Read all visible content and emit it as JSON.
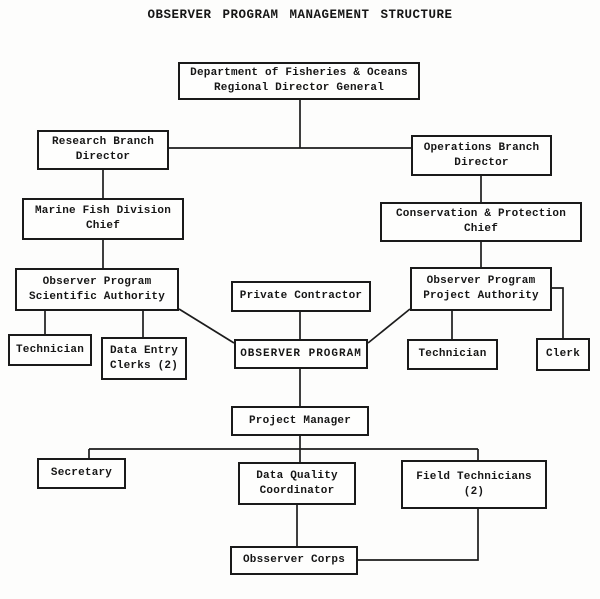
{
  "title": "OBSERVER PROGRAM MANAGEMENT STRUCTURE",
  "colors": {
    "ink": "#1a1a1a",
    "paper": "#fdfdfc"
  },
  "nodes": {
    "dfo": {
      "label": "Department of Fisheries & Oceans\nRegional Director General"
    },
    "research_branch": {
      "label": "Research Branch\nDirector"
    },
    "operations_branch": {
      "label": "Operations Branch\nDirector"
    },
    "marine_fish": {
      "label": "Marine Fish Division\nChief"
    },
    "conservation": {
      "label": "Conservation & Protection\nChief"
    },
    "scientific_authority": {
      "label": "Observer Program\nScientific Authority"
    },
    "private_contractor": {
      "label": "Private Contractor"
    },
    "project_authority": {
      "label": "Observer Program\nProject Authority"
    },
    "technician_left": {
      "label": "Technician"
    },
    "data_entry_clerks": {
      "label": "Data Entry\nClerks (2)"
    },
    "observer_program": {
      "label": "OBSERVER PROGRAM"
    },
    "technician_right": {
      "label": "Technician"
    },
    "clerk": {
      "label": "Clerk"
    },
    "project_manager": {
      "label": "Project Manager"
    },
    "secretary": {
      "label": "Secretary"
    },
    "data_quality": {
      "label": "Data Quality\nCoordinator"
    },
    "field_technicians": {
      "label": "Field Technicians\n(2)"
    },
    "observer_corps": {
      "label": "Obsserver Corps"
    }
  },
  "edges": [
    {
      "from": "dfo",
      "to": "research_branch"
    },
    {
      "from": "dfo",
      "to": "operations_branch"
    },
    {
      "from": "research_branch",
      "to": "marine_fish"
    },
    {
      "from": "operations_branch",
      "to": "conservation"
    },
    {
      "from": "marine_fish",
      "to": "scientific_authority"
    },
    {
      "from": "conservation",
      "to": "project_authority"
    },
    {
      "from": "scientific_authority",
      "to": "technician_left"
    },
    {
      "from": "scientific_authority",
      "to": "data_entry_clerks"
    },
    {
      "from": "scientific_authority",
      "to": "observer_program"
    },
    {
      "from": "private_contractor",
      "to": "observer_program"
    },
    {
      "from": "project_authority",
      "to": "observer_program"
    },
    {
      "from": "project_authority",
      "to": "technician_right"
    },
    {
      "from": "project_authority",
      "to": "clerk"
    },
    {
      "from": "observer_program",
      "to": "project_manager"
    },
    {
      "from": "project_manager",
      "to": "secretary"
    },
    {
      "from": "project_manager",
      "to": "data_quality"
    },
    {
      "from": "project_manager",
      "to": "field_technicians"
    },
    {
      "from": "data_quality",
      "to": "observer_corps"
    },
    {
      "from": "field_technicians",
      "to": "observer_corps"
    }
  ]
}
